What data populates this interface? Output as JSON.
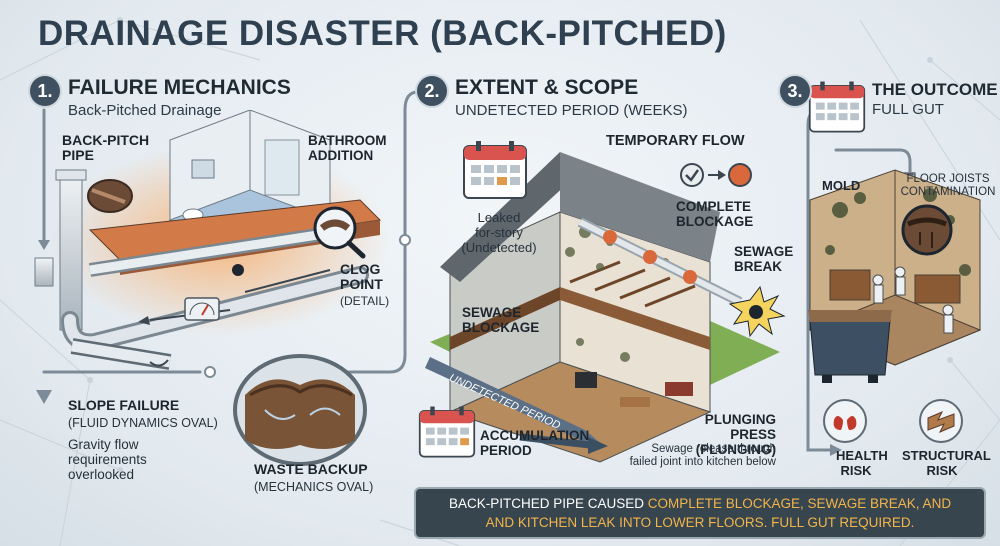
{
  "title": "DRAINAGE DISASTER (BACK-PITCHED)",
  "sections": [
    {
      "number": "1.",
      "heading": "FAILURE MECHANICS",
      "subheading": "Back-Pitched Drainage"
    },
    {
      "number": "2.",
      "heading": "EXTENT & SCOPE",
      "subheading": "UNDETECTED PERIOD (WEEKS)"
    },
    {
      "number": "3.",
      "heading": "THE OUTCOME",
      "subheading": "FULL GUT"
    }
  ],
  "s1": {
    "back_pitch_1": "BACK-PITCH",
    "back_pitch_2": "PIPE",
    "bath_1": "BATHROOM",
    "bath_2": "ADDITION",
    "clog_1": "CLOG",
    "clog_2": "POINT",
    "clog_detail": "(DETAIL)",
    "slope_title": "SLOPE FAILURE",
    "slope_sub": "(FLUID DYNAMICS OVAL)",
    "gravity_1": "Gravity flow",
    "gravity_2": "requirements",
    "gravity_3": "overlooked",
    "waste_title": "WASTE BACKUP",
    "waste_sub": "(MECHANICS OVAL)"
  },
  "s2": {
    "temp_flow": "TEMPORARY FLOW",
    "complete_1": "COMPLETE",
    "complete_2": "BLOCKAGE",
    "sewage_break_1": "SEWAGE",
    "sewage_break_2": "BREAK",
    "leaked_1": "Leaked",
    "leaked_2": "for-story",
    "leaked_3": "(Undetected)",
    "sewage_block_1": "SEWAGE",
    "sewage_block_2": "BLOCKAGE",
    "undetected": "UNDETECTED PERIOD",
    "accum_1": "ACCUMULATION",
    "accum_2": "PERIOD",
    "plunge_1": "PLUNGING PRESS",
    "plunge_2": "(PLUNGING)",
    "release_1": "Sewage release through",
    "release_2": "failed joint into kitchen below"
  },
  "s3": {
    "mold": "MOLD",
    "joists_1": "FLOOR JOISTS",
    "joists_2": "CONTAMINATION",
    "health_1": "HEALTH",
    "health_2": "RISK",
    "struct_1": "STRUCTURAL",
    "struct_2": "RISK"
  },
  "footer": {
    "line1_a": "BACK-PITCHED PIPE CAUSED ",
    "line1_b": "COMPLETE BLOCKAGE, SEWAGE BREAK, AND",
    "line2_a": "AND KITCHEN LEAK INTO LOWER FLOORS. FULL GUT REQUIRED."
  },
  "colors": {
    "accent": "#f3b54a",
    "dark": "#37454f",
    "calendar_red": "#d9534f",
    "pipe": "#cfd6dc"
  }
}
